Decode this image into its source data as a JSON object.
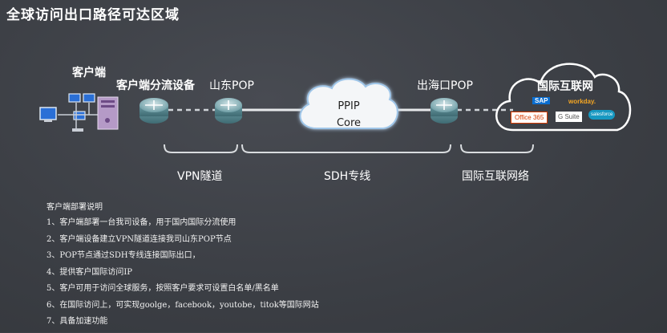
{
  "title": "全球访问出口路径可达区域",
  "nodes": {
    "client": "客户端",
    "splitter": "客户端分流设备",
    "shandong_pop": "山东POP",
    "core_line1": "PPIP",
    "core_line2": "Core",
    "exit_pop": "出海口POP",
    "internet": "国际互联网"
  },
  "segments": {
    "vpn": "VPN隧道",
    "sdh": "SDH专线",
    "intl": "国际互联网络"
  },
  "logos": {
    "sap": "SAP",
    "workday": "workday.",
    "office": "Office 365",
    "gsuite": "G Suite",
    "salesforce": "salesforce"
  },
  "colors": {
    "background": "#3d4046",
    "router": "#7fb0b7",
    "cloud": "#ffffff",
    "office_red": "#d83b01",
    "sap_blue": "#0a6ed1",
    "salesforce_blue": "#1798c1"
  },
  "notes": {
    "title": "客户端部署说明",
    "items": [
      "1、客户端部署一台我司设备，用于国内国际分流使用",
      "2、客户端设备建立VPN隧道连接我司山东POP节点",
      "3、POP节点通过SDH专线连接国际出口，",
      "4、提供客户国际访问IP",
      "5、客户可用于访问全球服务，按照客户要求可设置白名单/黑名单",
      "6、在国际访问上，可实现goolge，facebook，youtobe，titok等国际网站",
      "7、具备加速功能"
    ]
  }
}
